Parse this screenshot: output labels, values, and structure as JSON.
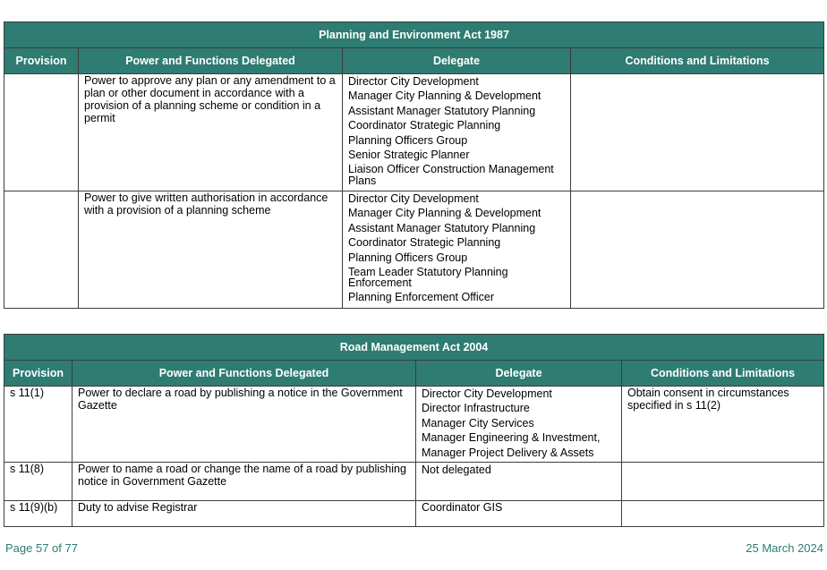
{
  "table1": {
    "title": "Planning and Environment Act 1987",
    "headers": [
      "Provision",
      "Power and Functions Delegated",
      "Delegate",
      "Conditions and Limitations"
    ],
    "rows": [
      {
        "provision": "",
        "power": "Power to approve any plan or any amendment to a plan or other document in accordance with a provision of a planning scheme or condition in a permit",
        "delegates": [
          "Director City Development",
          "Manager City Planning & Development",
          "Assistant Manager Statutory Planning",
          "Coordinator Strategic Planning",
          "Planning Officers Group",
          "Senior Strategic Planner",
          "Liaison Officer Construction Management Plans"
        ],
        "conditions": ""
      },
      {
        "provision": "",
        "power": "Power to give written authorisation in accordance with a provision of a planning scheme",
        "delegates": [
          "Director City Development",
          "Manager City Planning & Development",
          "Assistant Manager Statutory Planning",
          "Coordinator Strategic Planning",
          "Planning Officers Group",
          "Team Leader Statutory Planning Enforcement",
          "Planning Enforcement Officer"
        ],
        "conditions": ""
      }
    ]
  },
  "table2": {
    "title": "Road Management Act 2004",
    "headers": [
      "Provision",
      "Power and Functions Delegated",
      "Delegate",
      "Conditions and Limitations"
    ],
    "rows": [
      {
        "provision": "s 11(1)",
        "power": "Power to declare a road by publishing a notice in the Government Gazette",
        "delegates": [
          "Director City Development",
          "Director Infrastructure",
          "Manager City Services",
          "Manager Engineering & Investment,",
          "Manager Project Delivery & Assets"
        ],
        "conditions": "Obtain consent in circumstances specified in s 11(2)"
      },
      {
        "provision": "s 11(8)",
        "power": "Power to name a road or change the name of a road by publishing notice in Government Gazette",
        "delegates": [
          "Not delegated"
        ],
        "conditions": ""
      },
      {
        "provision": "s 11(9)(b)",
        "power": "Duty to advise Registrar",
        "delegates": [
          "Coordinator GIS"
        ],
        "conditions": ""
      }
    ]
  },
  "footer": {
    "page": "Page 57 of 77",
    "date": "25 March 2024"
  },
  "colors": {
    "header_bg": "#2e7c72",
    "footer_text": "#2e7c72"
  }
}
